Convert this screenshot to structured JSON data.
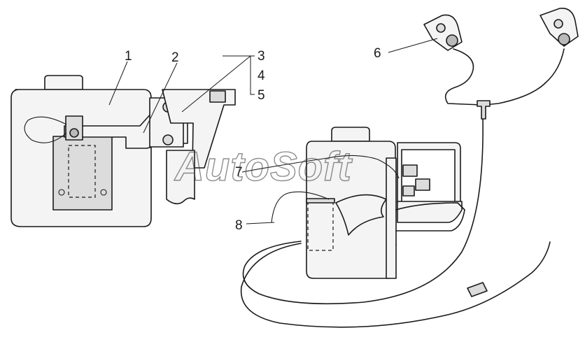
{
  "callouts": [
    {
      "id": "1",
      "text": "1"
    },
    {
      "id": "2",
      "text": "2"
    },
    {
      "id": "3",
      "text": "3"
    },
    {
      "id": "4",
      "text": "4"
    },
    {
      "id": "5",
      "text": "5"
    },
    {
      "id": "6",
      "text": "6"
    },
    {
      "id": "7",
      "text": "7"
    },
    {
      "id": "8",
      "text": "8"
    }
  ],
  "watermark": "AutoSoft",
  "colors": {
    "line": "#1a1a1a",
    "background": "#ffffff",
    "shade": "#dcdcdc"
  }
}
